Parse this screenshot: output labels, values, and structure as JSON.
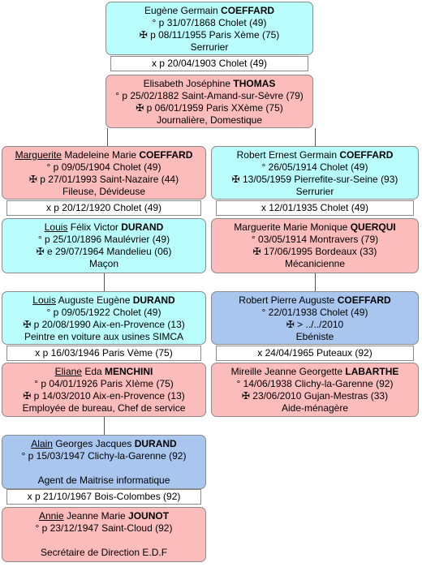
{
  "gen1": {
    "husband": {
      "first": "Eugène Germain",
      "surname": "COEFFARD",
      "born": "° p 31/07/1868 Cholet (49)",
      "died": "✠ p 08/11/1955 Paris Xème (75)",
      "occupation": "Serrurier"
    },
    "marriage": "x p 20/04/1903 Cholet (49)",
    "wife": {
      "first": "Elisabeth Joséphine",
      "surname": "THOMAS",
      "born": "° p 25/02/1882 Saint-Amand-sur-Sèvre (79)",
      "died": "✠ p 06/01/1959 Paris XXème (75)",
      "occupation": "Journalière, Domestique"
    }
  },
  "gen2_left": {
    "person": {
      "given_underlined": "Marguerite",
      "given_rest": " Madeleine Marie ",
      "surname": "COEFFARD",
      "born": "° p 09/05/1904 Cholet (49)",
      "died": "✠ p 27/01/1993 Saint-Nazaire (44)",
      "occupation": "Fileuse, Dévideuse"
    },
    "marriage": "x p 20/12/1920 Cholet (49)",
    "spouse": {
      "given_underlined": "Louis",
      "given_rest": " Félix Victor ",
      "surname": "DURAND",
      "born": "° p 25/10/1896 Maulévrier (49)",
      "died": "✠ e 29/07/1964 Mandelieu (06)",
      "occupation": "Maçon"
    }
  },
  "gen2_right": {
    "person": {
      "first": "Robert Ernest Germain",
      "surname": "COEFFARD",
      "born": "° 26/05/1914 Cholet (49)",
      "died": "✠ 13/05/1959 Pierrefite-sur-Seine (93)",
      "occupation": "Serrurier"
    },
    "marriage": "x 12/01/1935 Cholet (49)",
    "spouse": {
      "first": "Marguerite Marie Monique",
      "surname": "QUERQUI",
      "born": "° 03/05/1914 Montravers (79)",
      "died": "✠ 17/06/1995 Bordeaux (33)",
      "occupation": "Mécanicienne"
    }
  },
  "gen3_left": {
    "person": {
      "given_underlined": "Louis",
      "given_rest": " Auguste Eugène ",
      "surname": "DURAND",
      "born": "° p 09/05/1922 Cholet (49)",
      "died": "✠ p 20/08/1990 Aix-en-Provence (13)",
      "occupation": "Peintre en voiture aux usines SIMCA"
    },
    "marriage": "x p 16/03/1946 Paris Vème (75)",
    "spouse": {
      "given_underlined": "Eliane",
      "given_rest": " Eda ",
      "surname": "MENCHINI",
      "born": "° p 04/01/1926 Paris XIème (75)",
      "died": "✠ p 14/03/2010 Aix-en-Provence (13)",
      "occupation": "Employée de bureau, Chef de service"
    }
  },
  "gen3_right": {
    "person": {
      "first": "Robert Pierre Auguste",
      "surname": "COEFFARD",
      "born": "° 22/01/1938 Cholet (49)",
      "died": "✠ > ../../2010",
      "occupation": "Ebéniste"
    },
    "marriage": "x 24/04/1965 Puteaux (92)",
    "spouse": {
      "first": "Mireille Jeanne Georgette",
      "surname": "LABARTHE",
      "born": "° 14/06/1938 Clichy-la-Garenne (92)",
      "died": "✠ 23/06/2010 Gujan-Mestras (33)",
      "occupation": "Aide-ménagère"
    }
  },
  "gen4": {
    "person": {
      "given_underlined": "Alain",
      "given_rest": " Georges Jacques ",
      "surname": "DURAND",
      "born": "° p 15/03/1947 Clichy-la-Garenne (92)",
      "occupation": "Agent de Maitrise informatique"
    },
    "marriage": "x p 21/10/1967 Bois-Colombes (92)",
    "spouse": {
      "given_underlined": "Annie",
      "given_rest": " Jeanne Marie ",
      "surname": "JOUNOT",
      "born": "° p 23/12/1947 Saint-Cloud (92)",
      "occupation": "Secrétaire de Direction E.D.F"
    }
  }
}
